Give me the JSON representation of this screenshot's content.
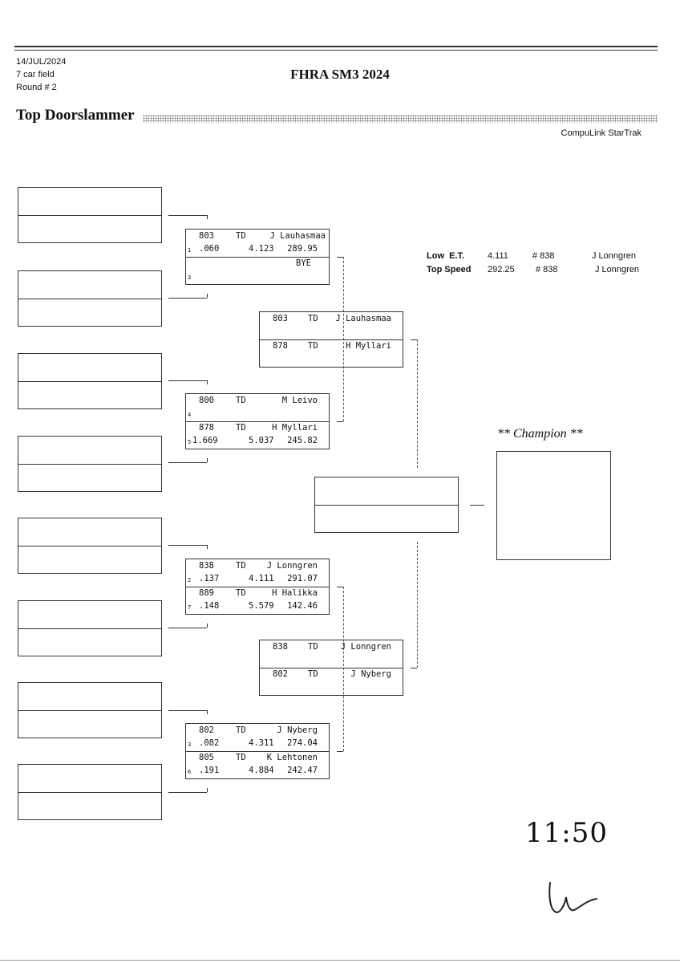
{
  "header": {
    "date": "14/JUL/2024",
    "field": "7 car field",
    "round": "Round # 2",
    "event": "FHRA SM3 2024",
    "class_name": "Top Doorslammer",
    "software": "CompuLink StarTrak"
  },
  "round1": [
    {
      "top": {
        "car": "803",
        "cls": "TD",
        "driver": "J Lauhasmaa",
        "lane": "1",
        "rt": ".060",
        "et": "4.123",
        "mph": "289.95"
      },
      "bottom": {
        "car": "",
        "cls": "",
        "driver": "BYE",
        "lane": "3",
        "rt": "",
        "et": "",
        "mph": ""
      }
    },
    {
      "top": {
        "car": "800",
        "cls": "TD",
        "driver": "M Leivo",
        "lane": "4",
        "rt": "",
        "et": "",
        "mph": ""
      },
      "bottom": {
        "car": "878",
        "cls": "TD",
        "driver": "H Myllari",
        "lane": "5",
        "rt": "1.669",
        "et": "5.037",
        "mph": "245.82"
      }
    },
    {
      "top": {
        "car": "838",
        "cls": "TD",
        "driver": "J Lonngren",
        "lane": "2",
        "rt": ".137",
        "et": "4.111",
        "mph": "291.07"
      },
      "bottom": {
        "car": "889",
        "cls": "TD",
        "driver": "H Halikka",
        "lane": "7",
        "rt": ".148",
        "et": "5.579",
        "mph": "142.46"
      }
    },
    {
      "top": {
        "car": "802",
        "cls": "TD",
        "driver": "J Nyberg",
        "lane": "3",
        "rt": ".082",
        "et": "4.311",
        "mph": "274.04"
      },
      "bottom": {
        "car": "805",
        "cls": "TD",
        "driver": "K Lehtonen",
        "lane": "6",
        "rt": ".191",
        "et": "4.884",
        "mph": "242.47"
      }
    }
  ],
  "semis": [
    {
      "top": {
        "car": "803",
        "cls": "TD",
        "driver": "J Lauhasmaa"
      },
      "bottom": {
        "car": "878",
        "cls": "TD",
        "driver": "H Myllari"
      }
    },
    {
      "top": {
        "car": "838",
        "cls": "TD",
        "driver": "J Lonngren"
      },
      "bottom": {
        "car": "802",
        "cls": "TD",
        "driver": "J Nyberg"
      }
    }
  ],
  "stats": {
    "low_et": {
      "label": "Low  E.T.",
      "value": "4.111",
      "car": "# 838",
      "driver": "J Lonngren"
    },
    "top_speed": {
      "label": "Top Speed",
      "value": "292.25",
      "car": "# 838",
      "driver": "J Lonngren"
    }
  },
  "champion": {
    "title": "** Champion **",
    "name": ""
  },
  "handwriting": {
    "time": "11:50"
  }
}
